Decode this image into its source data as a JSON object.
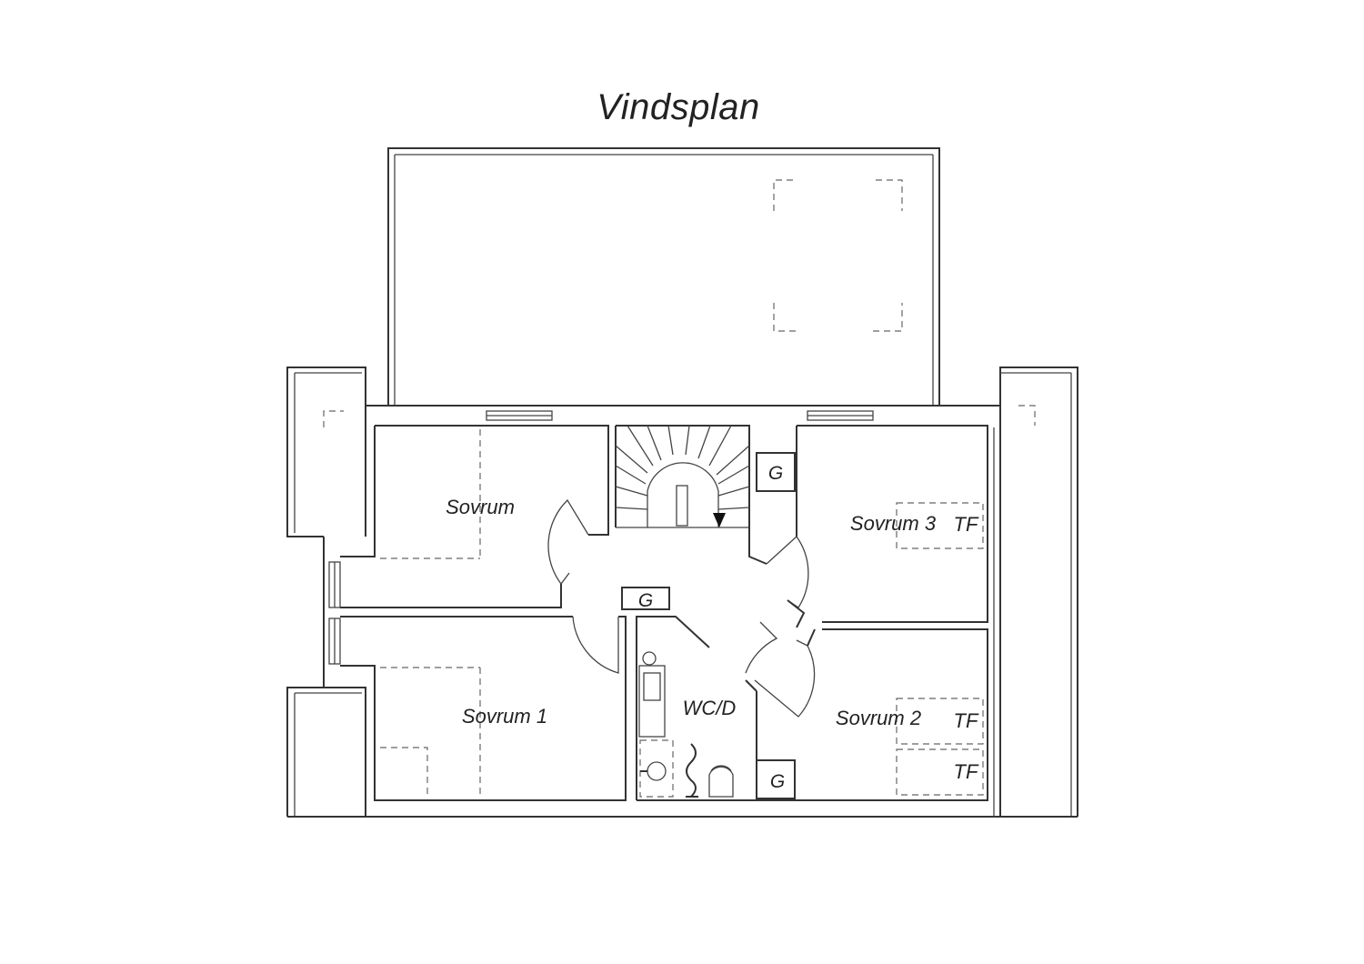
{
  "title": "Vindsplan",
  "rooms": {
    "bedroom_top_left": "Sovrum",
    "bedroom_1": "Sovrum 1",
    "bedroom_3": "Sovrum 3",
    "bedroom_2": "Sovrum 2",
    "wc": "WC/D"
  },
  "closets": {
    "g_top": "G",
    "g_middle": "G",
    "g_bottom": "G"
  },
  "tf_marks": {
    "tf_1": "TF",
    "tf_2": "TF",
    "tf_3": "TF"
  },
  "colors": {
    "line": "#333333",
    "background": "#ffffff"
  }
}
